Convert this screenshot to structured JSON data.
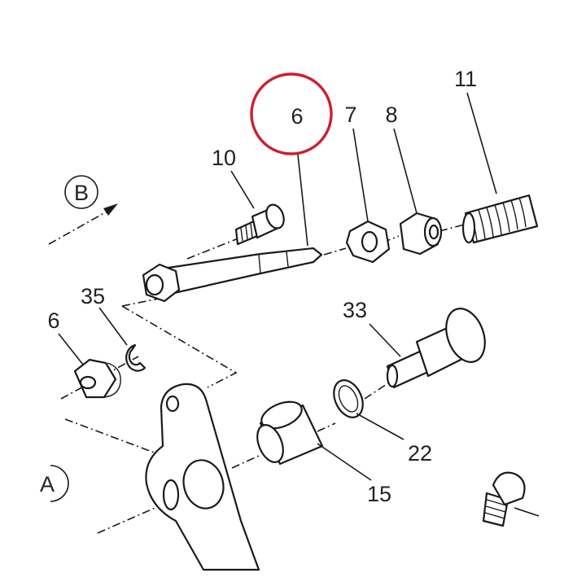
{
  "labels": {
    "part_6_top": "6",
    "part_7": "7",
    "part_8": "8",
    "part_11": "11",
    "part_10": "10",
    "part_35": "35",
    "part_6_left": "6",
    "part_33": "33",
    "part_22": "22",
    "part_15": "15",
    "view_b": "B",
    "view_a": "A"
  },
  "highlight": {
    "color": "#cc1f2e",
    "target": "part_6_top"
  },
  "colors": {
    "line": "#1a1a1a",
    "background": "#ffffff"
  }
}
